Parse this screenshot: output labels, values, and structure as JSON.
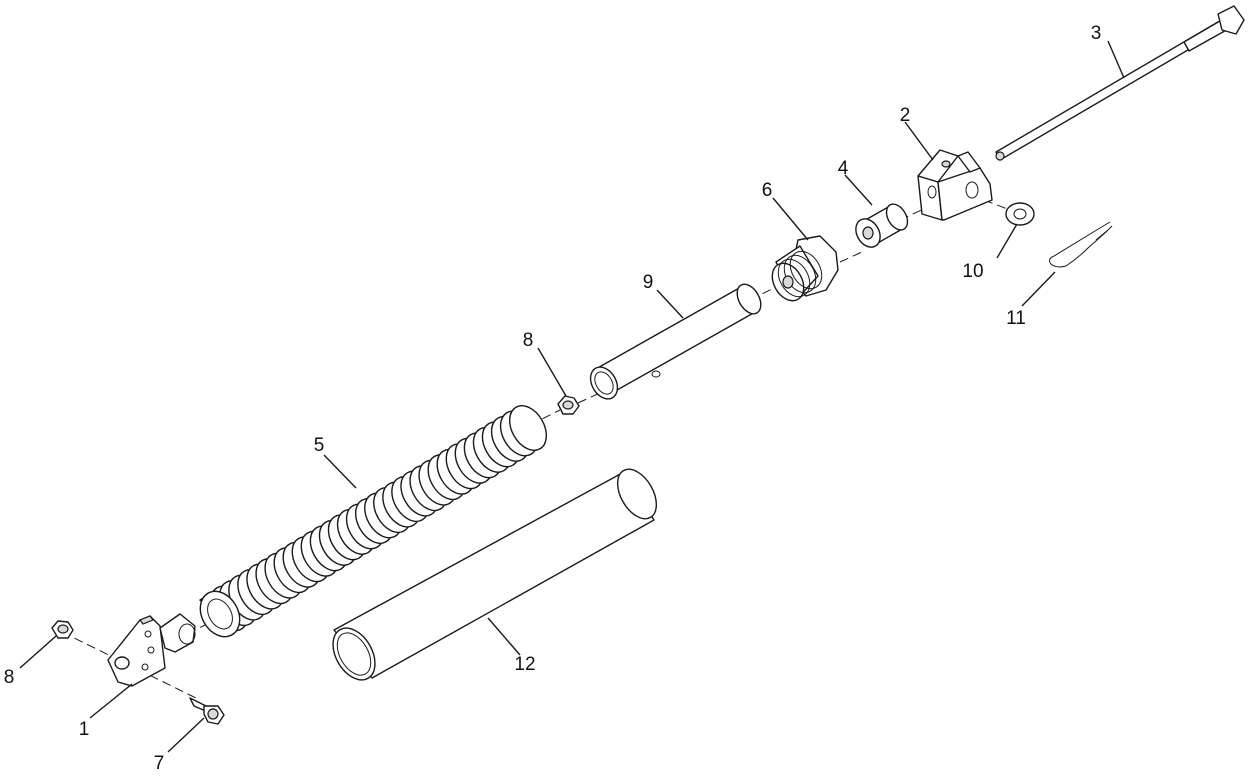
{
  "callouts": [
    {
      "id": "c1",
      "text": "1"
    },
    {
      "id": "c2",
      "text": "2"
    },
    {
      "id": "c3",
      "text": "3"
    },
    {
      "id": "c4",
      "text": "4"
    },
    {
      "id": "c5",
      "text": "5"
    },
    {
      "id": "c6",
      "text": "6"
    },
    {
      "id": "c7",
      "text": "7"
    },
    {
      "id": "c8a",
      "text": "8"
    },
    {
      "id": "c8b",
      "text": "8"
    },
    {
      "id": "c9",
      "text": "9"
    },
    {
      "id": "c10",
      "text": "10"
    },
    {
      "id": "c11",
      "text": "11"
    },
    {
      "id": "c12",
      "text": "12"
    }
  ]
}
